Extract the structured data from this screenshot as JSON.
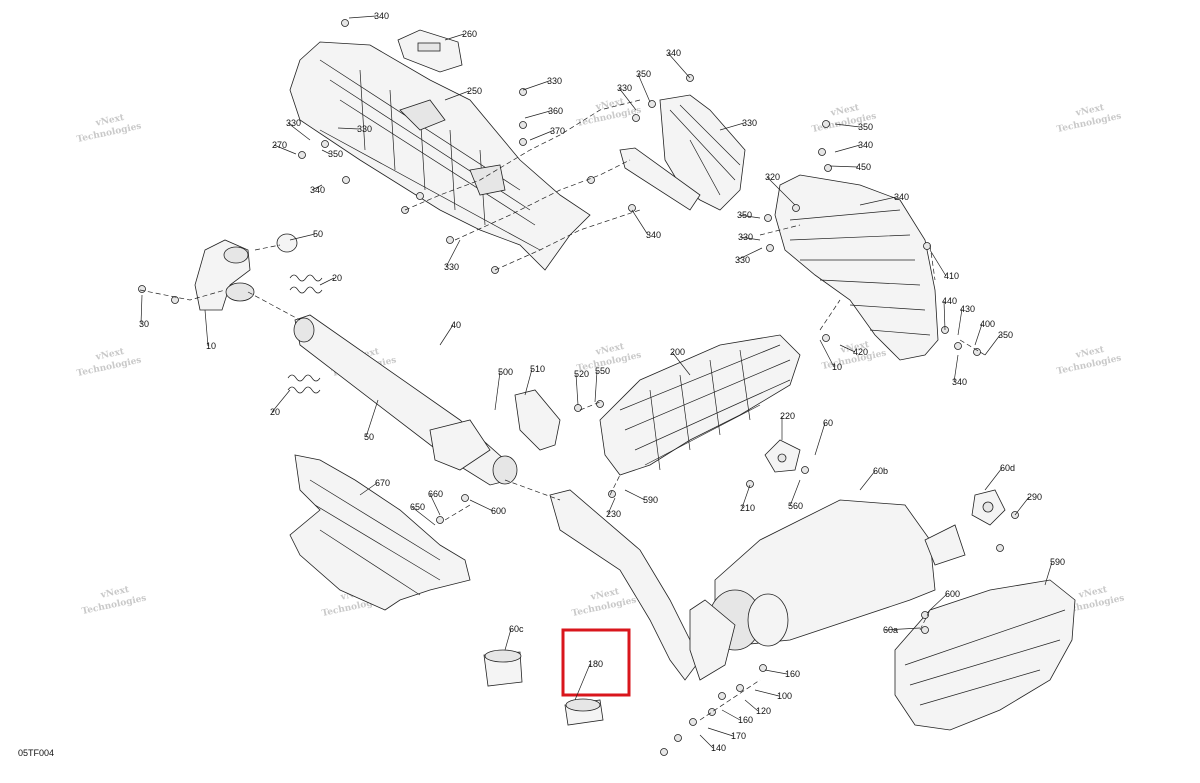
{
  "diagram": {
    "code": "05TF004",
    "watermark_line1": "vNext",
    "watermark_line2": "Technologies",
    "highlight_color": "#d9161c",
    "callouts": [
      "340",
      "260",
      "250",
      "330",
      "350",
      "340",
      "330",
      "360",
      "370",
      "330",
      "270",
      "340",
      "350",
      "330",
      "330",
      "340",
      "330",
      "350",
      "340",
      "450",
      "320",
      "340",
      "350",
      "330",
      "330",
      "410",
      "440",
      "430",
      "400",
      "350",
      "420",
      "340",
      "10",
      "50",
      "20",
      "30",
      "10",
      "40",
      "50",
      "20",
      "500",
      "510",
      "520",
      "550",
      "200",
      "220",
      "60",
      "60b",
      "60d",
      "290",
      "670",
      "660",
      "650",
      "600",
      "590",
      "230",
      "210",
      "560",
      "590",
      "600",
      "60a",
      "60c",
      "180",
      "160",
      "100",
      "120",
      "160",
      "170",
      "140"
    ]
  }
}
